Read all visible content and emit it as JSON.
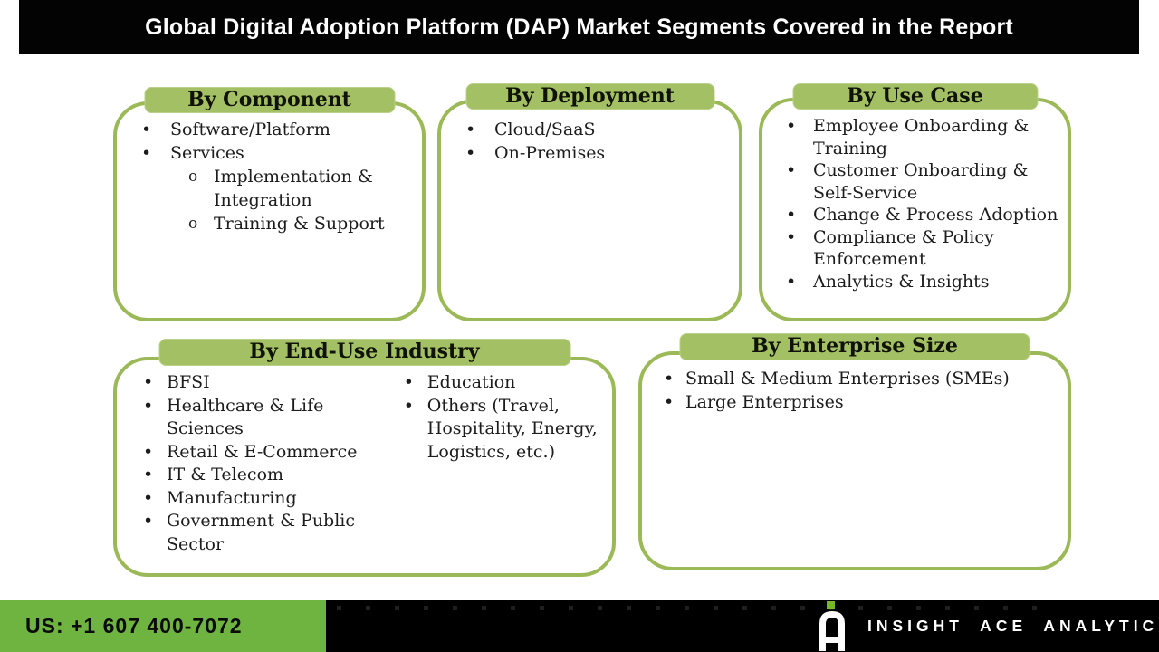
{
  "header": {
    "title": "Global Digital Adoption Platform (DAP) Market Segments Covered in the Report"
  },
  "boxes": {
    "component": {
      "title": "By Component",
      "items": [
        {
          "marker": "•",
          "text": "Software/Platform"
        },
        {
          "marker": "•",
          "text": "Services"
        },
        {
          "marker": "o",
          "text": "Implementation & Integration"
        },
        {
          "marker": "o",
          "text": "Training & Support"
        }
      ]
    },
    "deployment": {
      "title": "By Deployment",
      "items": [
        {
          "marker": "•",
          "text": "Cloud/SaaS"
        },
        {
          "marker": "•",
          "text": "On-Premises"
        }
      ]
    },
    "use_case": {
      "title": "By Use Case",
      "items": [
        {
          "marker": "•",
          "text": "Employee Onboarding & Training"
        },
        {
          "marker": "•",
          "text": "Customer Onboarding & Self-Service"
        },
        {
          "marker": "•",
          "text": "Change & Process Adoption"
        },
        {
          "marker": "•",
          "text": "Compliance & Policy Enforcement"
        },
        {
          "marker": "•",
          "text": "Analytics & Insights"
        }
      ]
    },
    "end_use_industry": {
      "title": "By End-Use Industry",
      "col1": [
        {
          "marker": "•",
          "text": "BFSI"
        },
        {
          "marker": "•",
          "text": "Healthcare & Life Sciences"
        },
        {
          "marker": "•",
          "text": "Retail & E-Commerce"
        },
        {
          "marker": "•",
          "text": "IT & Telecom"
        },
        {
          "marker": "•",
          "text": "Manufacturing"
        },
        {
          "marker": "•",
          "text": "Government & Public Sector"
        }
      ],
      "col2": [
        {
          "marker": "•",
          "text": "Education"
        },
        {
          "marker": "•",
          "text": "Others (Travel, Hospitality, Energy, Logistics, etc.)"
        }
      ]
    },
    "enterprise_size": {
      "title": "By Enterprise Size",
      "items": [
        {
          "marker": "•",
          "text": "Small & Medium Enterprises (SMEs)"
        },
        {
          "marker": "•",
          "text": "Large Enterprises"
        }
      ]
    }
  },
  "footer": {
    "phone": "US: +1 607 400-7072",
    "brand": "INSIGHT ACE ANALYTIC"
  },
  "colors": {
    "header_bg": "#030303",
    "tab_green": "#a3c164",
    "box_border_green": "#9cb958",
    "footer_green": "#6fb440",
    "logo_green": "#76b82a",
    "body_text": "#1c1c1c"
  }
}
